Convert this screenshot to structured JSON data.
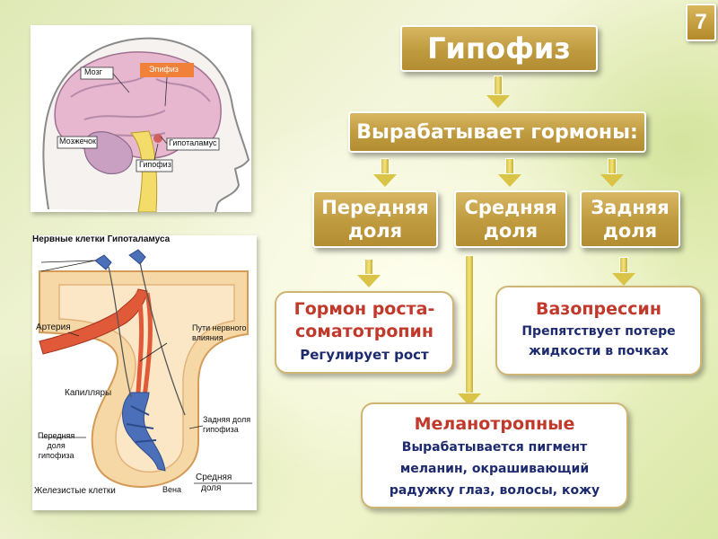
{
  "slide_number": "7",
  "title": "Гипофиз",
  "produces": "Вырабатывает гормоны:",
  "lobes": {
    "anterior": [
      "Передняя",
      "доля"
    ],
    "middle": [
      "Средняя",
      "доля"
    ],
    "posterior": [
      "Задняя",
      "доля"
    ]
  },
  "growth_hormone": {
    "title_lines": [
      "Гормон роста-",
      "соматотропин"
    ],
    "text": "Регулирует рост"
  },
  "vasopressin": {
    "title": "Вазопрессин",
    "text_lines": [
      "Препятствует потере",
      "жидкости в почках"
    ]
  },
  "melanotropic": {
    "title": "Меланотропные",
    "text_lines": [
      "Вырабатывается пигмент",
      "меланин, окрашивающий",
      "радужку глаз, волосы, кожу"
    ]
  },
  "brain_image": {
    "labels": {
      "brain": "Мозг",
      "epiphysis": "Эпифиз",
      "cerebellum": "Мозжечок",
      "hypothalamus": "Гипоталамус",
      "pituitary": "Гипофиз"
    }
  },
  "pituitary_image": {
    "caption": "Нервные клетки Гипоталамуса",
    "labels": {
      "artery": "Артерия",
      "nerve_paths": [
        "Пути нервного",
        "влияния"
      ],
      "capillaries": "Капилляры",
      "posterior_lobe": [
        "Задняя доля",
        "гипофиза"
      ],
      "anterior_lobe": [
        "Передняя",
        "доля",
        "гипофиза"
      ],
      "middle_lobe": [
        "Средняя",
        "доля"
      ],
      "glandular_cells": "Железистые клетки",
      "vein": "Вена"
    }
  },
  "colors": {
    "gold": "#c4a049",
    "title_red": "#c0392b",
    "text_navy": "#1d2a6e"
  }
}
